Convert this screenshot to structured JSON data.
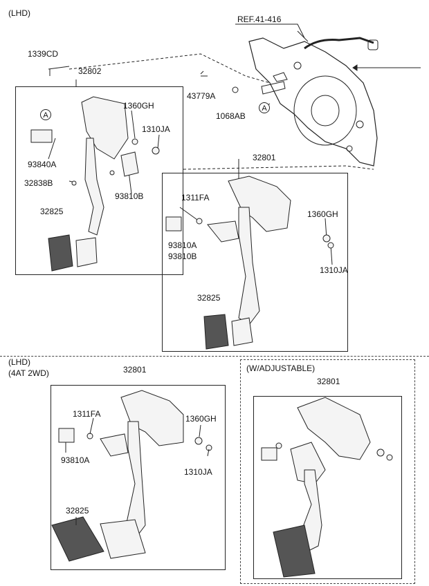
{
  "headers": {
    "lhd_top": "(LHD)",
    "lhd_bottom": "(LHD)",
    "variant": "(4AT 2WD)",
    "adjustable": "(W/ADJUSTABLE)"
  },
  "ref": "REF.41-416",
  "callout": "A",
  "labels": {
    "p1339CD": "1339CD",
    "p32802": "32802",
    "p43779A": "43779A",
    "p1068AB": "1068AB",
    "p1360GH_a": "1360GH",
    "p1310JA_a": "1310JA",
    "p93840A": "93840A",
    "p32838B": "32838B",
    "p93810B_a": "93810B",
    "p32825_a": "32825",
    "p32801_a": "32801",
    "p1311FA_a": "1311FA",
    "p1360GH_b": "1360GH",
    "p93810A_a": "93810A",
    "p93810B_b": "93810B",
    "p1310JA_b": "1310JA",
    "p32825_b": "32825",
    "p32801_b": "32801",
    "p1311FA_b": "1311FA",
    "p1360GH_c": "1360GH",
    "p93810A_b": "93810A",
    "p1310JA_c": "1310JA",
    "p32825_c": "32825",
    "p32801_c": "32801"
  }
}
